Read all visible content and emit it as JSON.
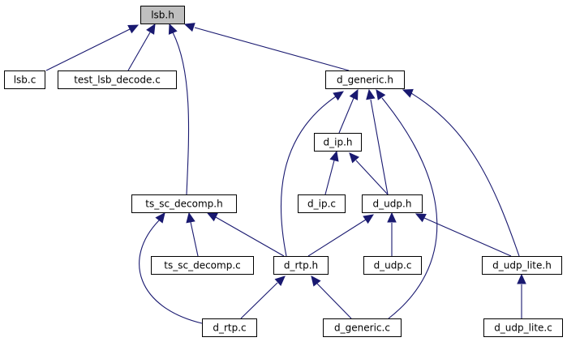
{
  "diagram": {
    "colors": {
      "edge": "#191970",
      "node_fill": "#ffffff",
      "highlight_fill": "#bfbfbf",
      "node_border": "#000000"
    },
    "nodes": {
      "lsb_h": "lsb.h",
      "lsb_c": "lsb.c",
      "test_lsb_decode_c": "test_lsb_decode.c",
      "d_generic_h": "d_generic.h",
      "d_ip_h": "d_ip.h",
      "ts_sc_decomp_h": "ts_sc_decomp.h",
      "d_ip_c": "d_ip.c",
      "d_udp_h": "d_udp.h",
      "ts_sc_decomp_c": "ts_sc_decomp.c",
      "d_rtp_h": "d_rtp.h",
      "d_udp_c": "d_udp.c",
      "d_udp_lite_h": "d_udp_lite.h",
      "d_rtp_c": "d_rtp.c",
      "d_generic_c": "d_generic.c",
      "d_udp_lite_c": "d_udp_lite.c"
    },
    "highlighted": "lsb_h",
    "edges": [
      [
        "lsb_c",
        "lsb_h"
      ],
      [
        "test_lsb_decode_c",
        "lsb_h"
      ],
      [
        "ts_sc_decomp_h",
        "lsb_h"
      ],
      [
        "d_generic_h",
        "lsb_h"
      ],
      [
        "d_ip_h",
        "d_generic_h"
      ],
      [
        "d_rtp_h",
        "d_generic_h"
      ],
      [
        "d_udp_h",
        "d_generic_h"
      ],
      [
        "d_generic_c",
        "d_generic_h"
      ],
      [
        "d_udp_lite_h",
        "d_generic_h"
      ],
      [
        "d_ip_c",
        "d_ip_h"
      ],
      [
        "d_udp_h",
        "d_ip_h"
      ],
      [
        "ts_sc_decomp_c",
        "ts_sc_decomp_h"
      ],
      [
        "d_rtp_h",
        "ts_sc_decomp_h"
      ],
      [
        "d_rtp_c",
        "ts_sc_decomp_h"
      ],
      [
        "d_rtp_h",
        "d_udp_h"
      ],
      [
        "d_udp_c",
        "d_udp_h"
      ],
      [
        "d_udp_lite_h",
        "d_udp_h"
      ],
      [
        "d_rtp_c",
        "d_rtp_h"
      ],
      [
        "d_generic_c",
        "d_rtp_h"
      ],
      [
        "d_udp_lite_c",
        "d_udp_lite_h"
      ]
    ]
  }
}
